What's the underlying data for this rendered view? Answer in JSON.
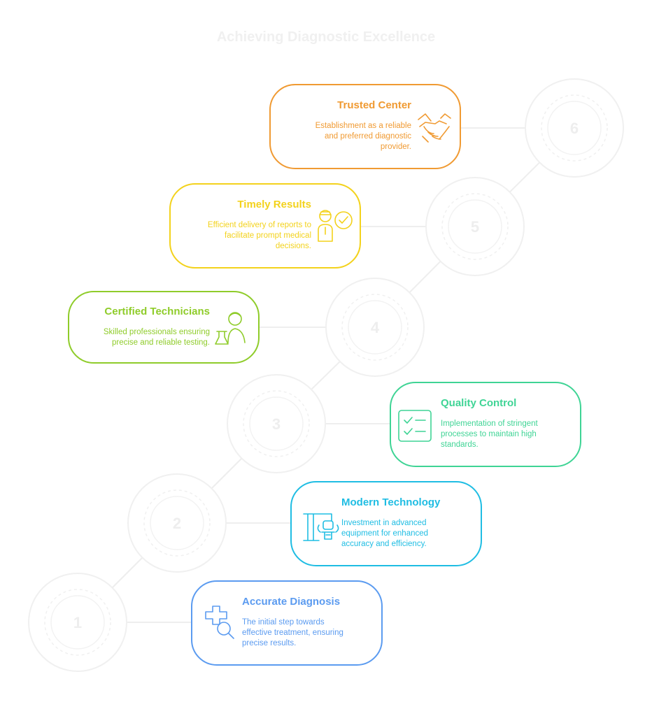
{
  "title": "Achieving Diagnostic Excellence",
  "steps": [
    {
      "number": "1",
      "title": "Accurate Diagnosis",
      "description": [
        "The initial step towards",
        "effective treatment, ensuring",
        "precise results."
      ],
      "color": "#5b9bf0",
      "icon": "medical-search-icon"
    },
    {
      "number": "2",
      "title": "Modern Technology",
      "description": [
        "Investment in advanced",
        "equipment for enhanced",
        "accuracy and efficiency."
      ],
      "color": "#1fbde3",
      "icon": "robotic-arm-icon"
    },
    {
      "number": "3",
      "title": "Quality Control",
      "description": [
        "Implementation of stringent",
        "processes to maintain high",
        "standards."
      ],
      "color": "#3fd495",
      "icon": "checklist-icon"
    },
    {
      "number": "4",
      "title": "Certified Technicians",
      "description": [
        "Skilled professionals ensuring",
        "precise and reliable testing."
      ],
      "color": "#8fcc2a",
      "icon": "technician-icon"
    },
    {
      "number": "5",
      "title": "Timely Results",
      "description": [
        "Efficient delivery of reports to",
        "facilitate prompt medical",
        "decisions."
      ],
      "color": "#f3d21c",
      "icon": "person-check-icon"
    },
    {
      "number": "6",
      "title": "Trusted Center",
      "description": [
        "Establishment as a reliable",
        "and preferred diagnostic",
        "provider."
      ],
      "color": "#f09a32",
      "icon": "handshake-icon"
    }
  ]
}
